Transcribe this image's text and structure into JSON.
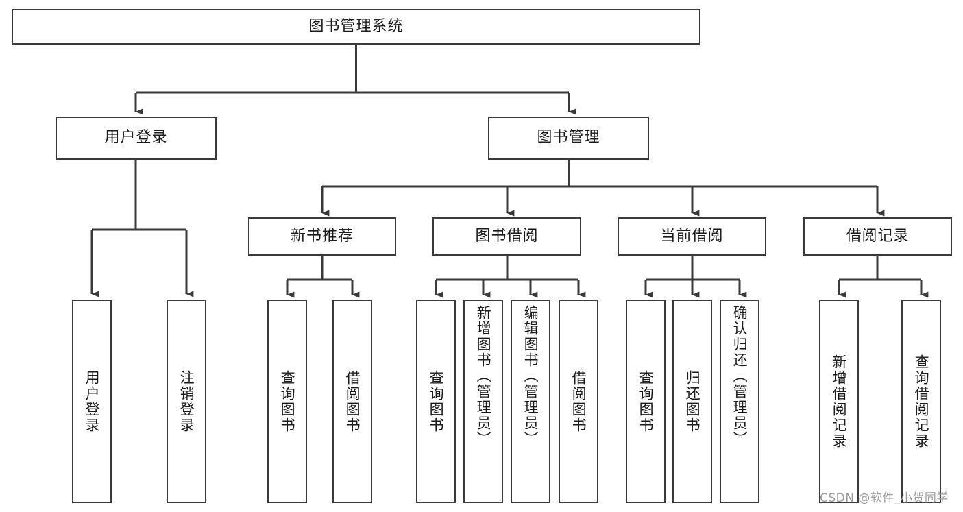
{
  "diagram": {
    "type": "tree-hierarchy",
    "title": "图书管理系统",
    "watermark": "CSDN @软件_小贺同学",
    "colors": {
      "stroke": "#3a3a3a",
      "fill": "#ffffff",
      "text": "#1a1a1a",
      "watermark": "#9a9a9a"
    },
    "nodes": {
      "root": {
        "label": "图书管理系统",
        "level": 1
      },
      "user_login": {
        "label": "用户登录",
        "level": 2
      },
      "book_manage": {
        "label": "图书管理",
        "level": 2
      },
      "new_book_rec": {
        "label": "新书推荐",
        "level": 3
      },
      "book_borrow": {
        "label": "图书借阅",
        "level": 3
      },
      "current_borrow": {
        "label": "当前借阅",
        "level": 3
      },
      "borrow_record": {
        "label": "借阅记录",
        "level": 3
      },
      "leaf_1": {
        "label": "用户登录",
        "level": 4
      },
      "leaf_2": {
        "label": "注销登录",
        "level": 4
      },
      "leaf_3": {
        "label": "查询图书",
        "level": 4
      },
      "leaf_4": {
        "label": "借阅图书",
        "level": 4
      },
      "leaf_5": {
        "label": "查询图书",
        "level": 4
      },
      "leaf_6": {
        "label": "新增图书（管理员）",
        "level": 4
      },
      "leaf_7": {
        "label": "编辑图书（管理员）",
        "level": 4
      },
      "leaf_8": {
        "label": "借阅图书",
        "level": 4
      },
      "leaf_9": {
        "label": "查询图书",
        "level": 4
      },
      "leaf_10": {
        "label": "归还图书",
        "level": 4
      },
      "leaf_11": {
        "label": "确认归还（管理员）",
        "level": 4
      },
      "leaf_12": {
        "label": "新增借阅记录",
        "level": 4
      },
      "leaf_13": {
        "label": "查询借阅记录",
        "level": 4
      }
    },
    "edges": [
      {
        "from": "root",
        "to": "user_login"
      },
      {
        "from": "root",
        "to": "book_manage"
      },
      {
        "from": "user_login",
        "to": "leaf_1"
      },
      {
        "from": "user_login",
        "to": "leaf_2"
      },
      {
        "from": "book_manage",
        "to": "new_book_rec"
      },
      {
        "from": "book_manage",
        "to": "book_borrow"
      },
      {
        "from": "book_manage",
        "to": "current_borrow"
      },
      {
        "from": "book_manage",
        "to": "borrow_record"
      },
      {
        "from": "new_book_rec",
        "to": "leaf_3"
      },
      {
        "from": "new_book_rec",
        "to": "leaf_4"
      },
      {
        "from": "book_borrow",
        "to": "leaf_5"
      },
      {
        "from": "book_borrow",
        "to": "leaf_6"
      },
      {
        "from": "book_borrow",
        "to": "leaf_7"
      },
      {
        "from": "book_borrow",
        "to": "leaf_8"
      },
      {
        "from": "current_borrow",
        "to": "leaf_9"
      },
      {
        "from": "current_borrow",
        "to": "leaf_10"
      },
      {
        "from": "current_borrow",
        "to": "leaf_11"
      },
      {
        "from": "borrow_record",
        "to": "leaf_12"
      },
      {
        "from": "borrow_record",
        "to": "leaf_13"
      }
    ]
  }
}
